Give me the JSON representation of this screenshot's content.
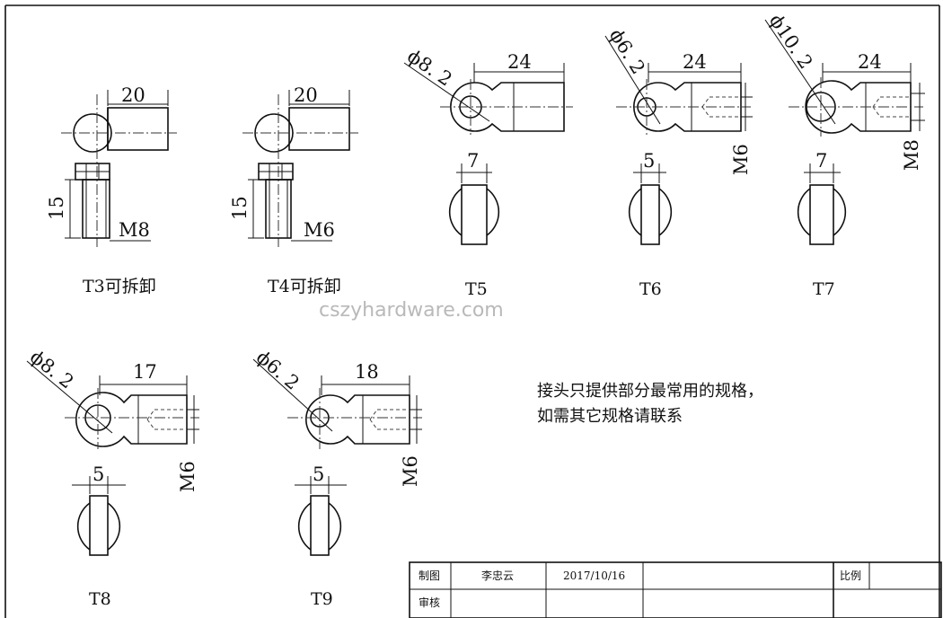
{
  "watermark": "cszyhardware.com",
  "note": {
    "line1": "接头只提供部分最常用的规格，",
    "line2": "如需其它规格请联系"
  },
  "parts": {
    "t3": {
      "caption": "T3可拆卸",
      "length": "20",
      "height": "15",
      "thread": "M8"
    },
    "t4": {
      "caption": "T4可拆卸",
      "length": "20",
      "height": "15",
      "thread": "M6"
    },
    "t5": {
      "caption": "T5",
      "diameter": "ϕ8. 2",
      "length": "24",
      "thickness": "7"
    },
    "t6": {
      "caption": "T6",
      "diameter": "ϕ6. 2",
      "length": "24",
      "thickness": "5",
      "thread": "M6"
    },
    "t7": {
      "caption": "T7",
      "diameter": "ϕ10. 2",
      "length": "24",
      "thickness": "7",
      "thread": "M8"
    },
    "t8": {
      "caption": "T8",
      "diameter": "ϕ8. 2",
      "length": "17",
      "thickness": "5",
      "thread": "M6"
    },
    "t9": {
      "caption": "T9",
      "diameter": "ϕ6. 2",
      "length": "18",
      "thickness": "5",
      "thread": "M6"
    }
  },
  "title_block": {
    "drawn_label": "制图",
    "drawn_by": "李忠云",
    "date": "2017/10/16",
    "scale_label": "比例",
    "check_label": "审核"
  }
}
